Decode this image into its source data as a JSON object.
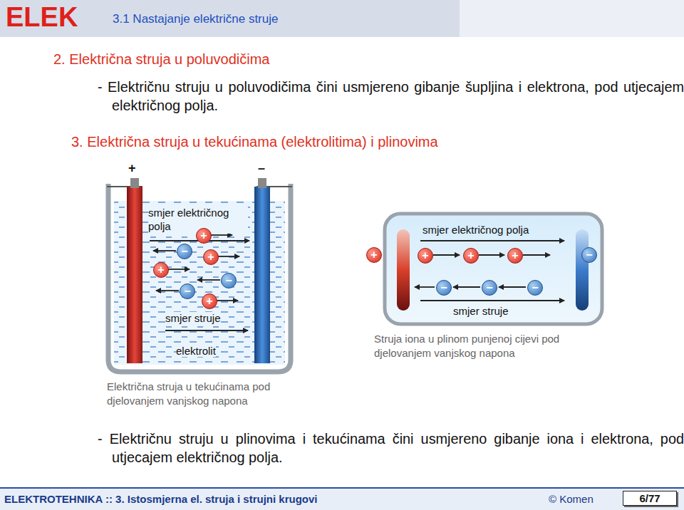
{
  "diagram": {
    "nodes": [
      {
        "text": [
          "ELEK",
          "3.1 Nastajanje električne struje"
        ]
      },
      {
        "text": [
          "ELEKTROTEHNIKA :: 3. Istosmjerna el. struja i strujni krugovi",
          "© Komen"
        ]
      },
      {
        "text": [
          "6/77"
        ],
        "in": 1
      }
    ],
    "labels": [
      "2. Električna struja u poluvodičima",
      "- Električnu struju u poluvodičima čini usmjereno gibanje šupljina i elektrona, pod utjecajem električnog polja.",
      "3. Električna struja u tekućinama (elektrolitima) i plinovima",
      "+",
      "–",
      "smjer električnog polja",
      "+",
      "−",
      "+",
      "+",
      "−",
      "−",
      "+",
      "smjer struje",
      "elektrolit",
      "Električna struja u tekućinama pod djelovanjem vanjskog napona",
      "+",
      "smjer električnog polja",
      "+",
      "+",
      "+",
      "−",
      "−",
      "−",
      "−",
      "smjer struje",
      "Struja iona u plinom punjenoj cijevi pod djelovanjem vanjskog napona",
      "- Električnu struju u plinovima i tekućinama čini usmjereno gibanje iona i elektrona, pod utjecajem električnog polja."
    ]
  }
}
